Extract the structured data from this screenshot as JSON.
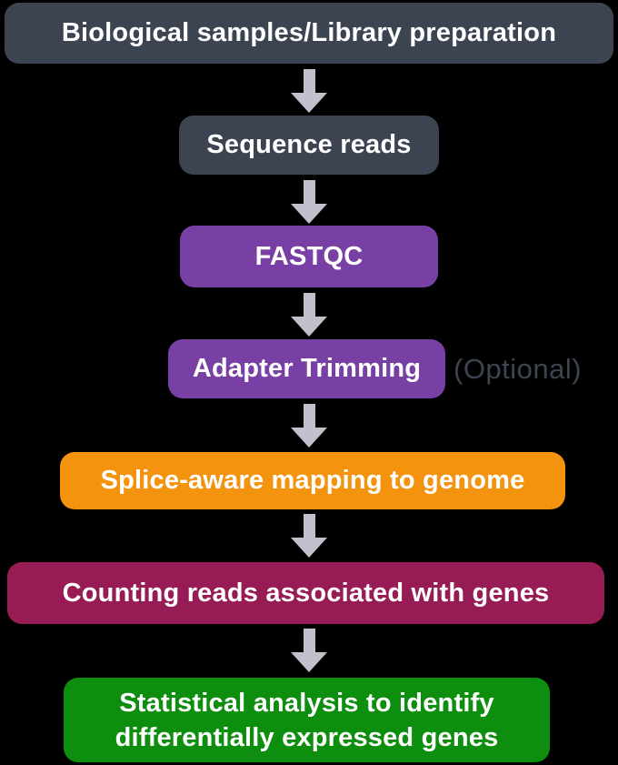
{
  "flowchart": {
    "background_color": "#000000",
    "arrow_color": "#c1c1cd",
    "annotation_color": "#3d4451",
    "text_color": "#ffffff",
    "nodes": [
      {
        "label": "Biological samples/Library preparation",
        "color": "#3c4452"
      },
      {
        "label": "Sequence reads",
        "color": "#3c4452"
      },
      {
        "label": "FASTQC",
        "color": "#783fa4"
      },
      {
        "label": "Adapter Trimming",
        "color": "#783fa4",
        "annotation": "(Optional)"
      },
      {
        "label": "Splice-aware mapping to genome",
        "color": "#f3930e"
      },
      {
        "label": "Counting reads associated with genes",
        "color": "#971b55"
      },
      {
        "label": "Statistical analysis to identify differentially expressed genes",
        "label_lines": [
          "Statistical analysis to identify",
          "differentially expressed genes"
        ],
        "color": "#0e8e0e"
      }
    ]
  }
}
